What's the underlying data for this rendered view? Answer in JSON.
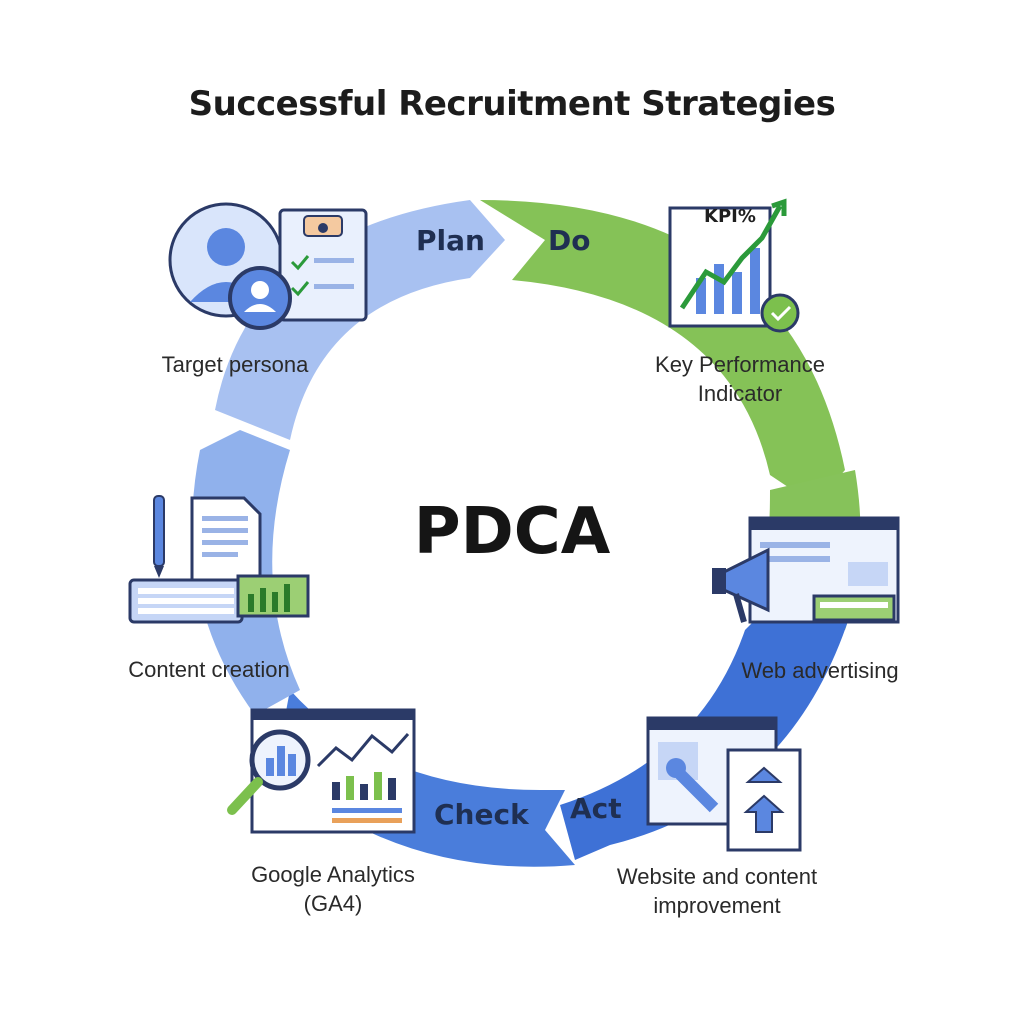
{
  "title": "Successful Recruitment Strategies",
  "center_label": "PDCA",
  "stages": {
    "plan": "Plan",
    "do": "Do",
    "check": "Check",
    "act": "Act"
  },
  "steps": {
    "target_persona": "Target persona",
    "kpi_line1": "Key Performance",
    "kpi_line2": "Indicator",
    "kpi_icon_text": "KPI%",
    "web_advertising": "Web advertising",
    "website_line1": "Website and content",
    "website_line2": "improvement",
    "ga_line1": "Google Analytics",
    "ga_line2": "(GA4)",
    "content_creation": "Content creation"
  },
  "colors": {
    "plan_blue": "#a3bdf0",
    "do_green": "#86c25a",
    "act_blue": "#3f72d8",
    "check_blue": "#5b8be0",
    "left_blue": "#8fb0ec",
    "icon_blue": "#5b87e0",
    "icon_dark": "#2b3a67",
    "icon_green": "#7cc04d"
  }
}
